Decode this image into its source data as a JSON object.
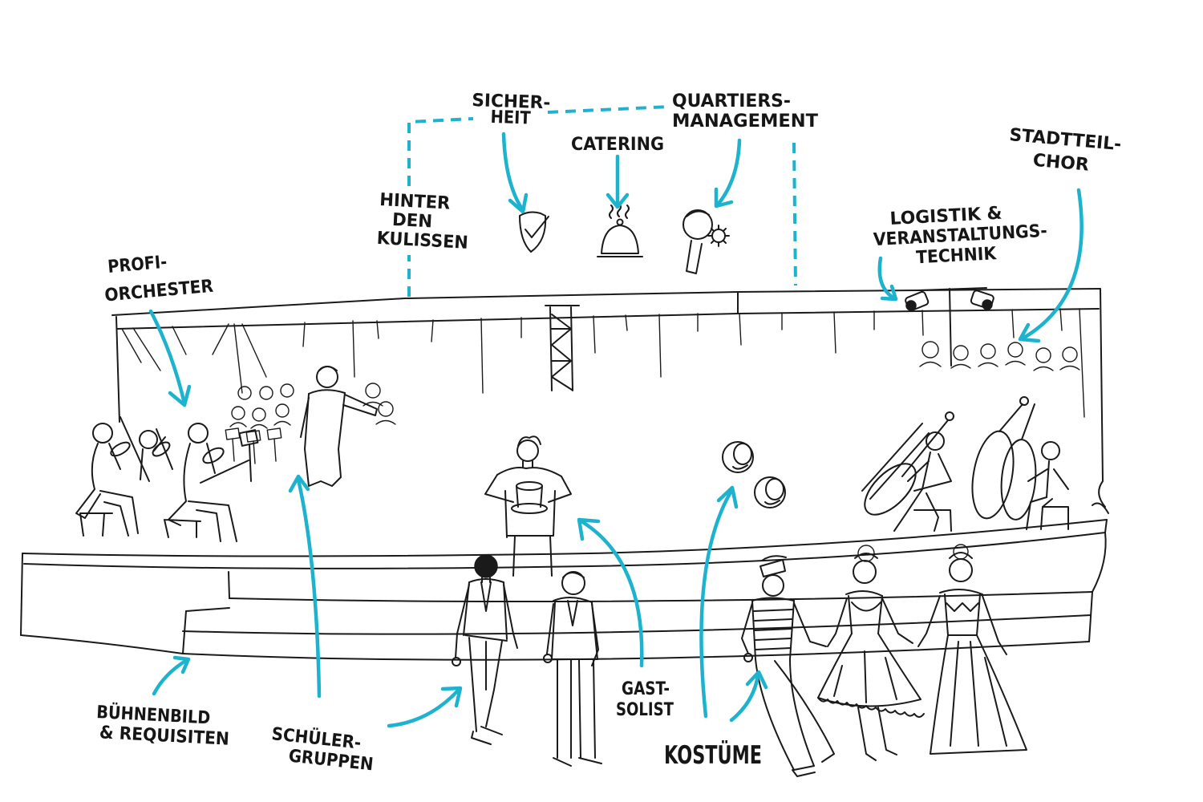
{
  "labels": {
    "profi_orchester": [
      "PROFI-",
      "ORCHESTER"
    ],
    "sicherheit": [
      "SICHER-",
      "HEIT"
    ],
    "catering": [
      "CATERING"
    ],
    "quartiersmanagement": [
      "QUARTIERS-",
      "MANAGEMENT"
    ],
    "stadtteil_chor": [
      "STADTTEIL-",
      "CHOR"
    ],
    "hinter_den_kulissen": [
      "HINTER",
      "DEN",
      "KULISSEN"
    ],
    "logistik": [
      "LOGISTIK &",
      "VERANSTALTUNGS-",
      "TECHNIK"
    ],
    "gast_solist": [
      "GAST-",
      "SOLIST"
    ],
    "buehnenbild": [
      "BÜHNENBILD",
      "& REQUISITEN"
    ],
    "schuelergruppen": [
      "SCHÜLER-",
      "GRUPPEN"
    ],
    "kostueme": [
      "KOSTÜME"
    ]
  },
  "colors": {
    "accent": "#1db3cf",
    "ink": "#1a1a1a",
    "background": "#ffffff"
  },
  "icons": [
    "shield-check-icon",
    "cloche-icon",
    "head-gear-icon",
    "stage-light-icon"
  ]
}
